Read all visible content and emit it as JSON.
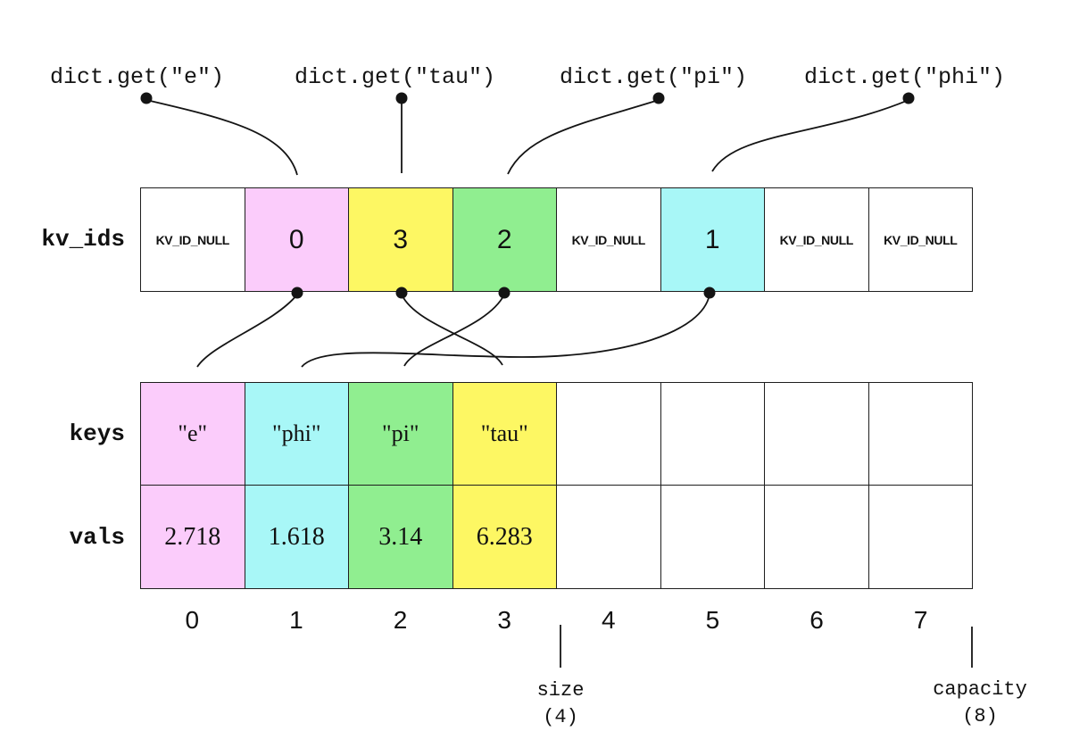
{
  "diagram_title": "hash table internals: kv_ids slot array with keys and vals entry arrays",
  "colors": {
    "pink": "#fbccfb",
    "yellow": "#fdf763",
    "green": "#90ee90",
    "cyan": "#a8f7f7",
    "white": "#ffffff",
    "line": "#1e1e1e"
  },
  "queries": [
    {
      "label": "dict.get(\"e\")"
    },
    {
      "label": "dict.get(\"tau\")"
    },
    {
      "label": "dict.get(\"pi\")"
    },
    {
      "label": "dict.get(\"phi\")"
    }
  ],
  "kv_ids": {
    "label": "kv_ids",
    "cells": [
      {
        "label": "KV_ID_NULL",
        "color": "#ffffff"
      },
      {
        "label": "0",
        "color": "#fbccfb"
      },
      {
        "label": "3",
        "color": "#fdf763"
      },
      {
        "label": "2",
        "color": "#90ee90"
      },
      {
        "label": "KV_ID_NULL",
        "color": "#ffffff"
      },
      {
        "label": "1",
        "color": "#a8f7f7"
      },
      {
        "label": "KV_ID_NULL",
        "color": "#ffffff"
      },
      {
        "label": "KV_ID_NULL",
        "color": "#ffffff"
      }
    ]
  },
  "keys": {
    "label": "keys",
    "cells": [
      {
        "label": "\"e\"",
        "color": "#fbccfb"
      },
      {
        "label": "\"phi\"",
        "color": "#a8f7f7"
      },
      {
        "label": "\"pi\"",
        "color": "#90ee90"
      },
      {
        "label": "\"tau\"",
        "color": "#fdf763"
      },
      {
        "label": "",
        "color": "#ffffff"
      },
      {
        "label": "",
        "color": "#ffffff"
      },
      {
        "label": "",
        "color": "#ffffff"
      },
      {
        "label": "",
        "color": "#ffffff"
      }
    ]
  },
  "vals": {
    "label": "vals",
    "cells": [
      {
        "label": "2.718",
        "color": "#fbccfb"
      },
      {
        "label": "1.618",
        "color": "#a8f7f7"
      },
      {
        "label": "3.14",
        "color": "#90ee90"
      },
      {
        "label": "6.283",
        "color": "#fdf763"
      },
      {
        "label": "",
        "color": "#ffffff"
      },
      {
        "label": "",
        "color": "#ffffff"
      },
      {
        "label": "",
        "color": "#ffffff"
      },
      {
        "label": "",
        "color": "#ffffff"
      }
    ]
  },
  "indices": [
    "0",
    "1",
    "2",
    "3",
    "4",
    "5",
    "6",
    "7"
  ],
  "size": {
    "label": "size",
    "value": "(4)"
  },
  "capacity": {
    "label": "capacity",
    "value": "(8)"
  }
}
